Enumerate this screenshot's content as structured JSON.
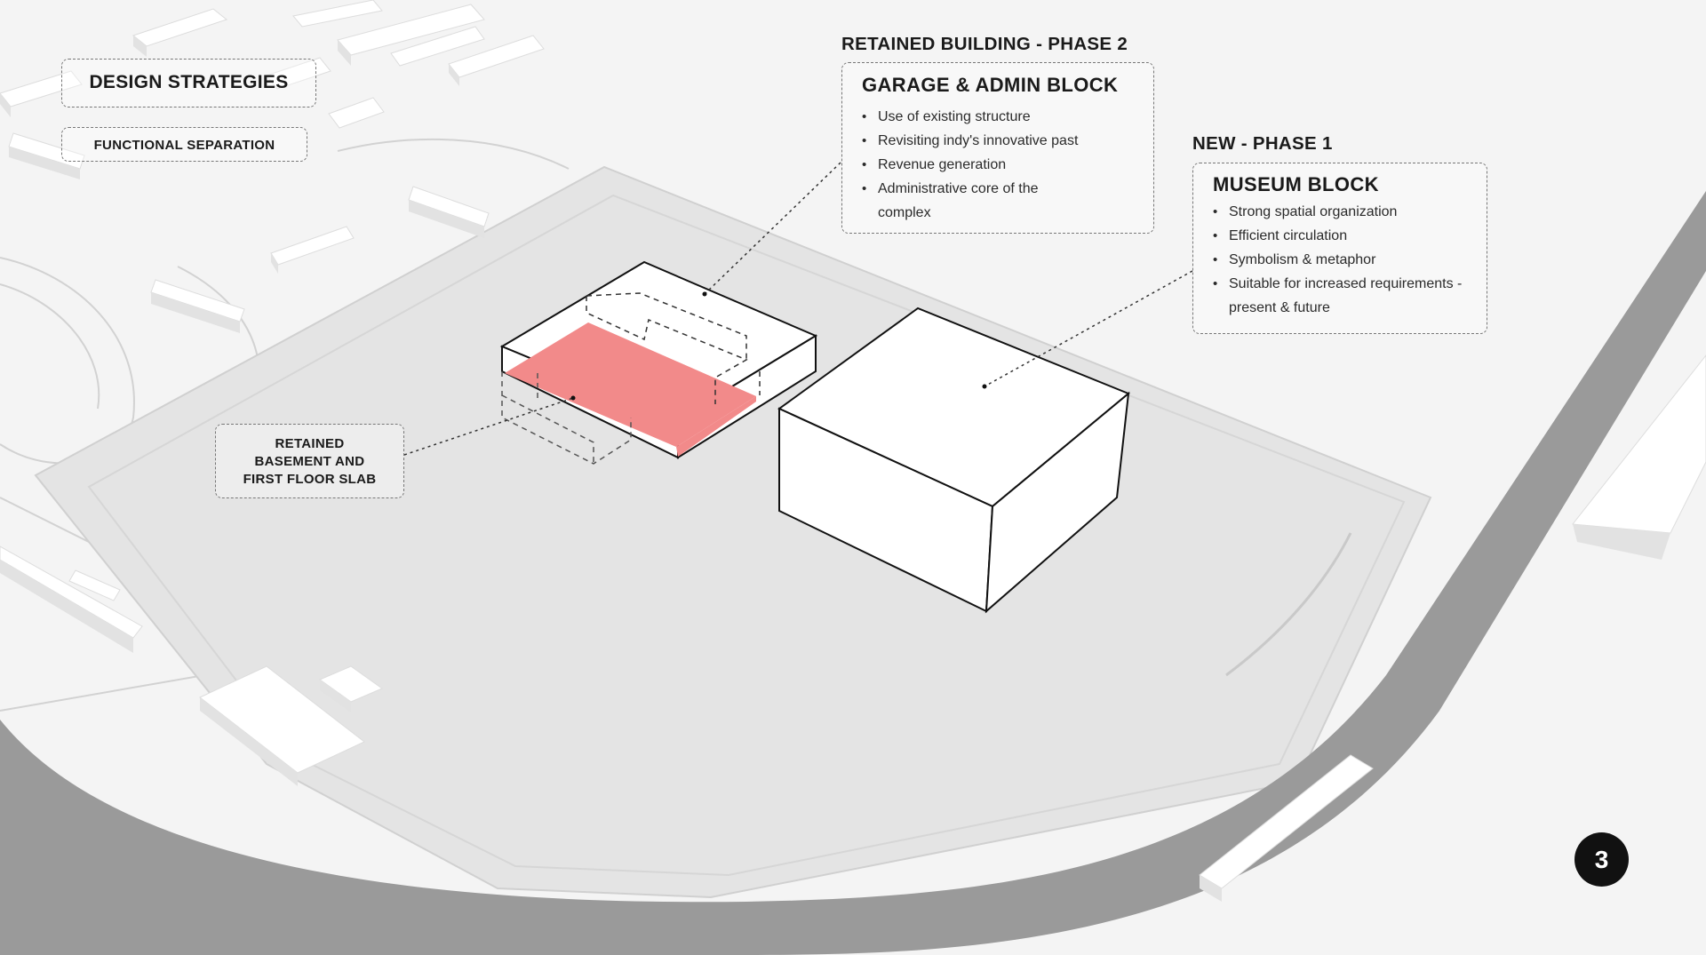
{
  "heading": {
    "design_strategies": "DESIGN STRATEGIES",
    "functional_separation": "FUNCTIONAL SEPARATION"
  },
  "retained": {
    "phase_label": "RETAINED BUILDING - PHASE 2",
    "title": "GARAGE & ADMIN BLOCK",
    "bullets": [
      "Use of existing structure",
      "Revisiting indy's innovative past",
      "Revenue generation",
      "Administrative core of the complex"
    ]
  },
  "new_block": {
    "phase_label": "NEW - PHASE 1",
    "title": "MUSEUM BLOCK",
    "bullets": [
      "Strong spatial organization",
      "Efficient circulation",
      "Symbolism  & metaphor",
      "Suitable for increased requirements - present & future"
    ]
  },
  "basement_label": [
    "RETAINED",
    "BASEMENT AND",
    "FIRST FLOOR SLAB"
  ],
  "page_number": "3",
  "colors": {
    "highlight": "#f28a8a",
    "road": "#9a9a9a",
    "site": "#e6e6e6",
    "background": "#f4f4f4"
  }
}
